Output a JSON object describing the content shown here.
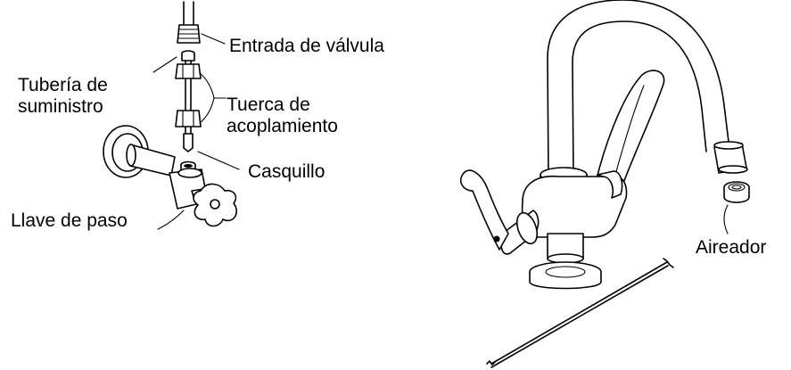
{
  "labels": {
    "valve_inlet": "Entrada de válvula",
    "supply_pipe_line1": "Tubería de",
    "supply_pipe_line2": "suministro",
    "coupling_nut_line1": "Tuerca de",
    "coupling_nut_line2": "acoplamiento",
    "ferrule": "Casquillo",
    "shutoff_valve": "Llave de paso",
    "aerator": "Aireador"
  }
}
